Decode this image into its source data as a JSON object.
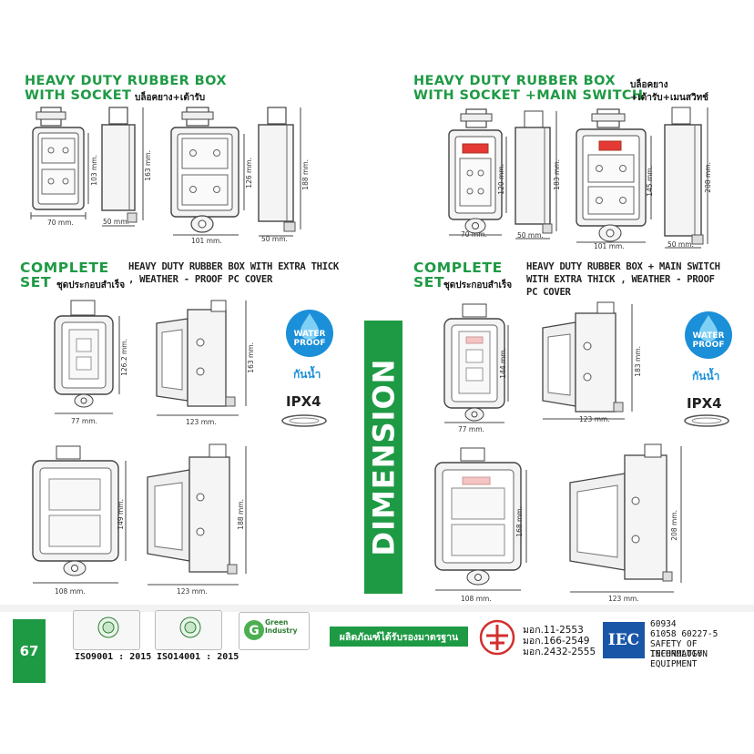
{
  "left": {
    "title_line1": "HEAVY DUTY RUBBER BOX",
    "title_line2": "WITH SOCKET",
    "title_thai": "บล็อคยาง+เต้ารับ",
    "box_dims": {
      "h1": "103 mm.",
      "w1": "70 mm.",
      "h2": "163 mm.",
      "d1": "50 mm.",
      "h3": "126 mm.",
      "w2": "101 mm.",
      "h4": "188 mm.",
      "d2": "50 mm."
    },
    "complete_line1": "COMPLETE",
    "complete_line2": "SET",
    "complete_thai": "ชุดประกอบสำเร็จ",
    "desc_line1": "HEAVY DUTY RUBBER BOX WITH EXTRA THICK",
    "desc_line2": ", WEATHER - PROOF PC COVER",
    "set_dims": {
      "h1": "126.2 mm.",
      "w1": "77 mm.",
      "h2": "163 mm.",
      "d1": "123 mm.",
      "h3": "149 mm.",
      "w2": "108 mm.",
      "h4": "188 mm.",
      "d2": "123 mm."
    }
  },
  "right": {
    "title_line1": "HEAVY DUTY RUBBER BOX",
    "title_line2": "WITH SOCKET +MAIN SWITCH",
    "title_thai1": "บล็อคยาง",
    "title_thai2": "+เต้ารับ+เมนสวิทช์",
    "box_dims": {
      "h1": "120 mm.",
      "w1": "70 mm.",
      "h2": "183 mm.",
      "d1": "50 mm.",
      "h3": "145 mm.",
      "w2": "101 mm.",
      "h4": "208 mm.",
      "d2": "50 mm."
    },
    "complete_line1": "COMPLETE",
    "complete_line2": "SET",
    "complete_thai": "ชุดประกอบสำเร็จ",
    "desc_line1": "HEAVY DUTY RUBBER BOX + MAIN SWITCH",
    "desc_line2": "WITH EXTRA THICK , WEATHER - PROOF",
    "desc_line3": "PC COVER",
    "set_dims": {
      "h1": "144 mm.",
      "w1": "77 mm.",
      "h2": "183 mm.",
      "d1": "123 mm.",
      "h3": "168 mm.",
      "w2": "108 mm.",
      "h4": "208 mm.",
      "d2": "123 mm."
    }
  },
  "badges": {
    "waterproof_line1": "WATER",
    "waterproof_line2": "PROOF",
    "waterproof_thai": "กันน้ำ",
    "ipx": "IPX4"
  },
  "dimension_label": "DIMENSION",
  "footer": {
    "page_number": "67",
    "iso9001": "ISO9001 : 2015",
    "iso14001": "ISO14001 : 2015",
    "green_industry": "Green Industry",
    "tis_label": "ผลิตภัณฑ์ได้รับรองมาตรฐาน",
    "std1": "มอก.11-2553",
    "std2": "มอก.166-2549",
    "std3": "มอก.2432-2555",
    "iec_logo": "IEC",
    "iec_line1": "60934",
    "iec_line2": "61058  60227-5",
    "iec_line3": "SAFETY OF INFORMATION",
    "iec_line4": "TECHNOLOGY EQUIPMENT"
  },
  "colors": {
    "brand_green": "#1e9a44",
    "switch_red": "#e53935",
    "water_blue": "#1b8fd8",
    "iec_blue": "#1a56a8"
  }
}
